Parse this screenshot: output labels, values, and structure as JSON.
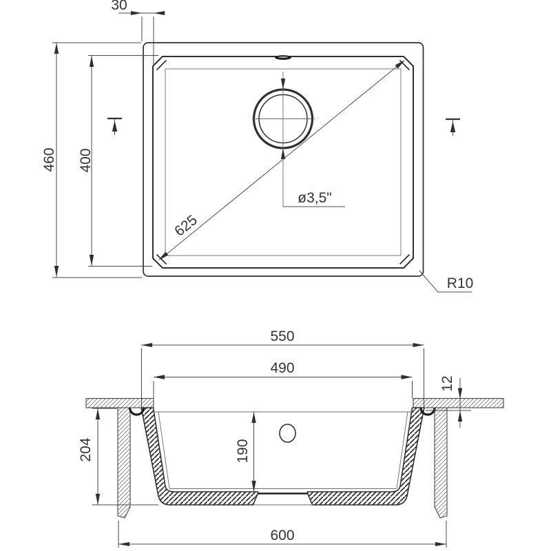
{
  "diagram": {
    "title": "undermount-sink-technical-drawing",
    "top_view": {
      "rim_offset": "30",
      "outer_depth": "460",
      "bowl_opening_depth": "400",
      "diagonal": "625",
      "drain_diameter": "ø3,5\"",
      "corner_radius": "R10"
    },
    "section_view": {
      "outer_width": "550",
      "bowl_opening_width": "490",
      "countertop_thickness": "12",
      "under_counter_depth": "204",
      "bowl_depth": "190",
      "cabinet_width": "600"
    }
  }
}
